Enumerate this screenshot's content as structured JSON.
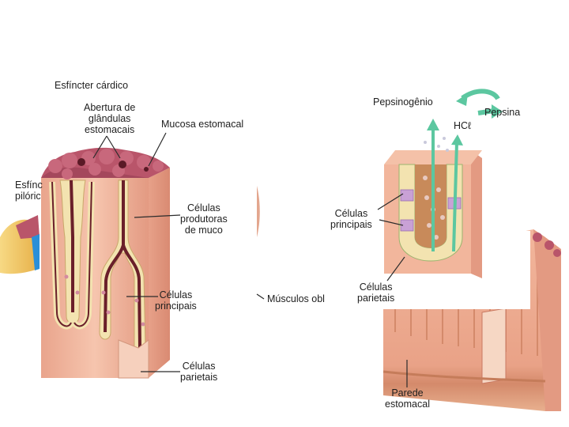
{
  "labels": {
    "esfincter_cardico": "Esfíncter cárdico",
    "abertura": [
      "Abertura de",
      "glândulas",
      "estomacais"
    ],
    "mucosa": "Mucosa estomacal",
    "esfincter_pilorico": [
      "Esfínc",
      "pilóric"
    ],
    "celulas_muco": [
      "Células",
      "produtoras",
      "de muco"
    ],
    "celulas_principais_left": [
      "Células",
      "principais"
    ],
    "celulas_parietais_left": [
      "Células",
      "parietais"
    ],
    "musculos": "Músculos obl",
    "pepsinogenio": "Pepsinogênio",
    "pepsina": "Pepsina",
    "hcl": "HCℓ",
    "celulas_principais_right": [
      "Células",
      "principais"
    ],
    "celulas_parietais_right": [
      "Células",
      "parietais"
    ],
    "parede": [
      "Parede",
      "estomacal"
    ]
  },
  "colors": {
    "tissue": "#f0b39a",
    "tissue_dark": "#c97a63",
    "mucosa_top": "#b9556a",
    "gland_lumen": "#6a1f2a",
    "gland_cells": "#f3e3b0",
    "arrow_green": "#5cc7a0",
    "stomach_yellow": "#f2c55c",
    "blue": "#2a8fd8"
  }
}
